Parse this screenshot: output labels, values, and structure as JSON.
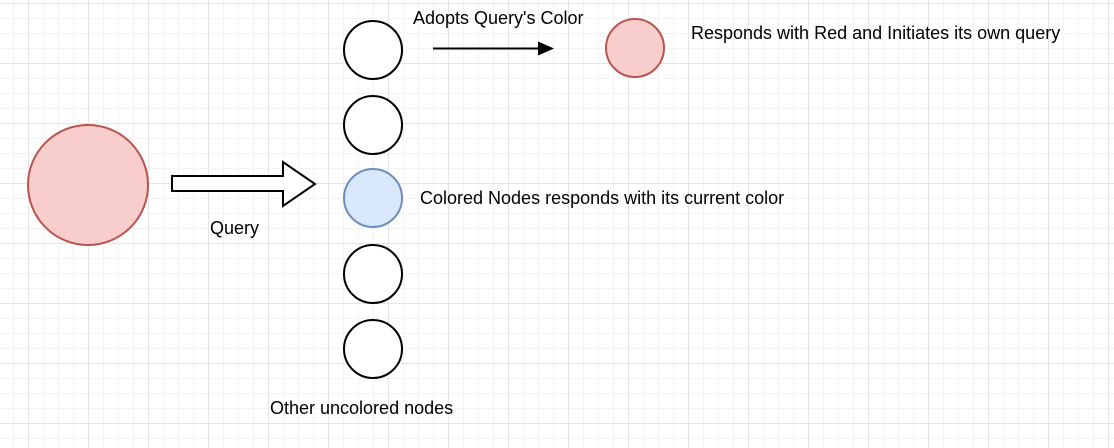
{
  "diagram": {
    "labels": {
      "adopts": "Adopts Query's Color",
      "responds_red": "Responds with Red and Initiates its own query",
      "colored_nodes": "Colored Nodes responds with its current color",
      "query": "Query",
      "uncolored": "Other uncolored nodes"
    },
    "nodes": [
      {
        "id": "query-node",
        "kind": "large-circle",
        "fill": "red"
      },
      {
        "id": "uncolored-node-1",
        "kind": "circle",
        "fill": "white"
      },
      {
        "id": "uncolored-node-2",
        "kind": "circle",
        "fill": "white"
      },
      {
        "id": "colored-node",
        "kind": "circle",
        "fill": "blue"
      },
      {
        "id": "uncolored-node-3",
        "kind": "circle",
        "fill": "white"
      },
      {
        "id": "uncolored-node-4",
        "kind": "circle",
        "fill": "white"
      },
      {
        "id": "responder-node",
        "kind": "circle",
        "fill": "red"
      }
    ]
  },
  "colors": {
    "red_fill": "#f8cecc",
    "red_stroke": "#b85450",
    "blue_fill": "#dae8fc",
    "blue_stroke": "#6c8ebf",
    "node_fill": "#ffffff",
    "node_stroke": "#000000",
    "arrow_color": "#000000",
    "text_color": "#000000",
    "canvas_bg": "#ffffff",
    "grid_minor": "#f3f3f3",
    "grid_major": "#e4e4e4"
  }
}
